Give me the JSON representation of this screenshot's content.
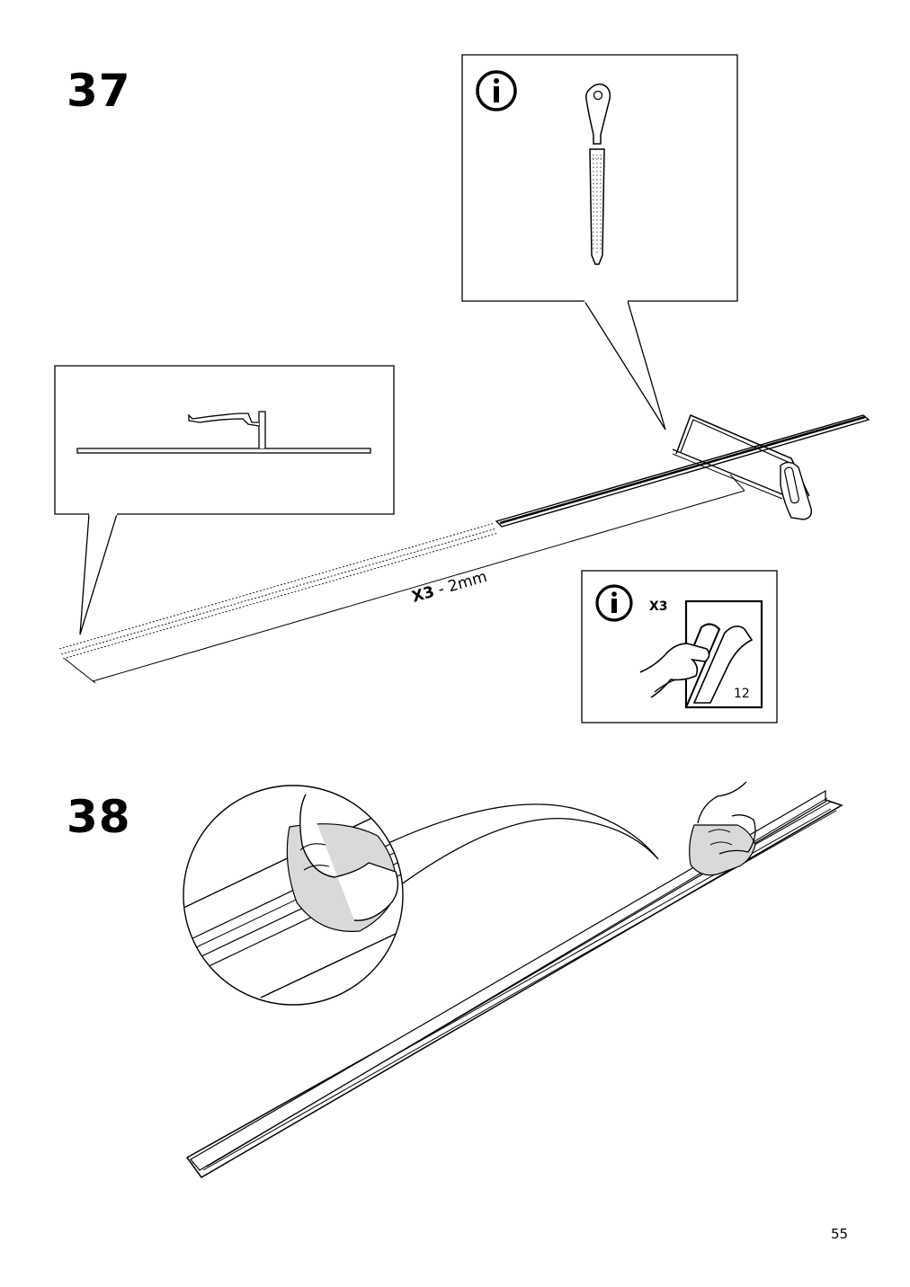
{
  "steps": [
    {
      "number": "37",
      "quantity": "X3",
      "length_annotation": " - 2mm",
      "info_panel_quantity": "X3",
      "info_panel_page_ref": "12"
    },
    {
      "number": "38"
    }
  ],
  "page_number": "55",
  "icons": {
    "info": "info-circle-icon",
    "file_tool": "file-tool-icon",
    "hacksaw": "hacksaw-icon"
  }
}
